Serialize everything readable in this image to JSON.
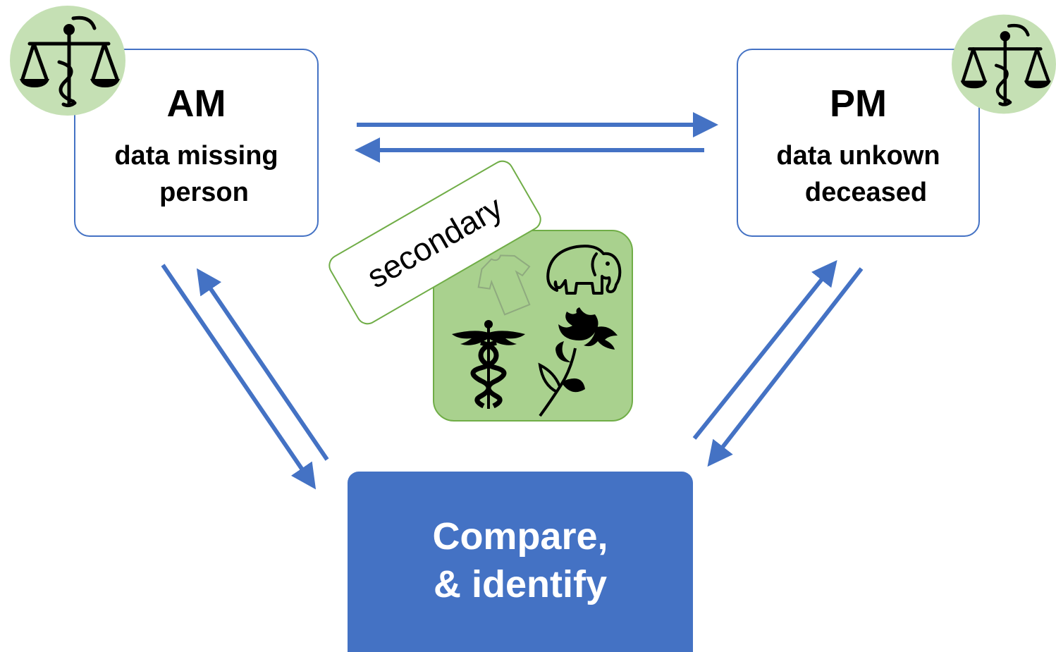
{
  "am_box": {
    "title": "AM",
    "line1": "data missing",
    "line2": "person"
  },
  "pm_box": {
    "title": "PM",
    "line1": "data unkown",
    "line2": "deceased"
  },
  "compare_box": {
    "line1": "Compare,",
    "line2": "& identify"
  },
  "secondary": {
    "label": "secondary"
  },
  "icons": {
    "badges": [
      "forensic-scales-icon",
      "forensic-scales-icon"
    ],
    "panel": [
      "tshirt-icon",
      "elephant-icon",
      "caduceus-icon",
      "rose-icon"
    ]
  },
  "colors": {
    "accent_blue": "#4472c4",
    "panel_green": "#a9d18e",
    "panel_border_green": "#70ad47",
    "badge_green": "#c5e0b4"
  }
}
